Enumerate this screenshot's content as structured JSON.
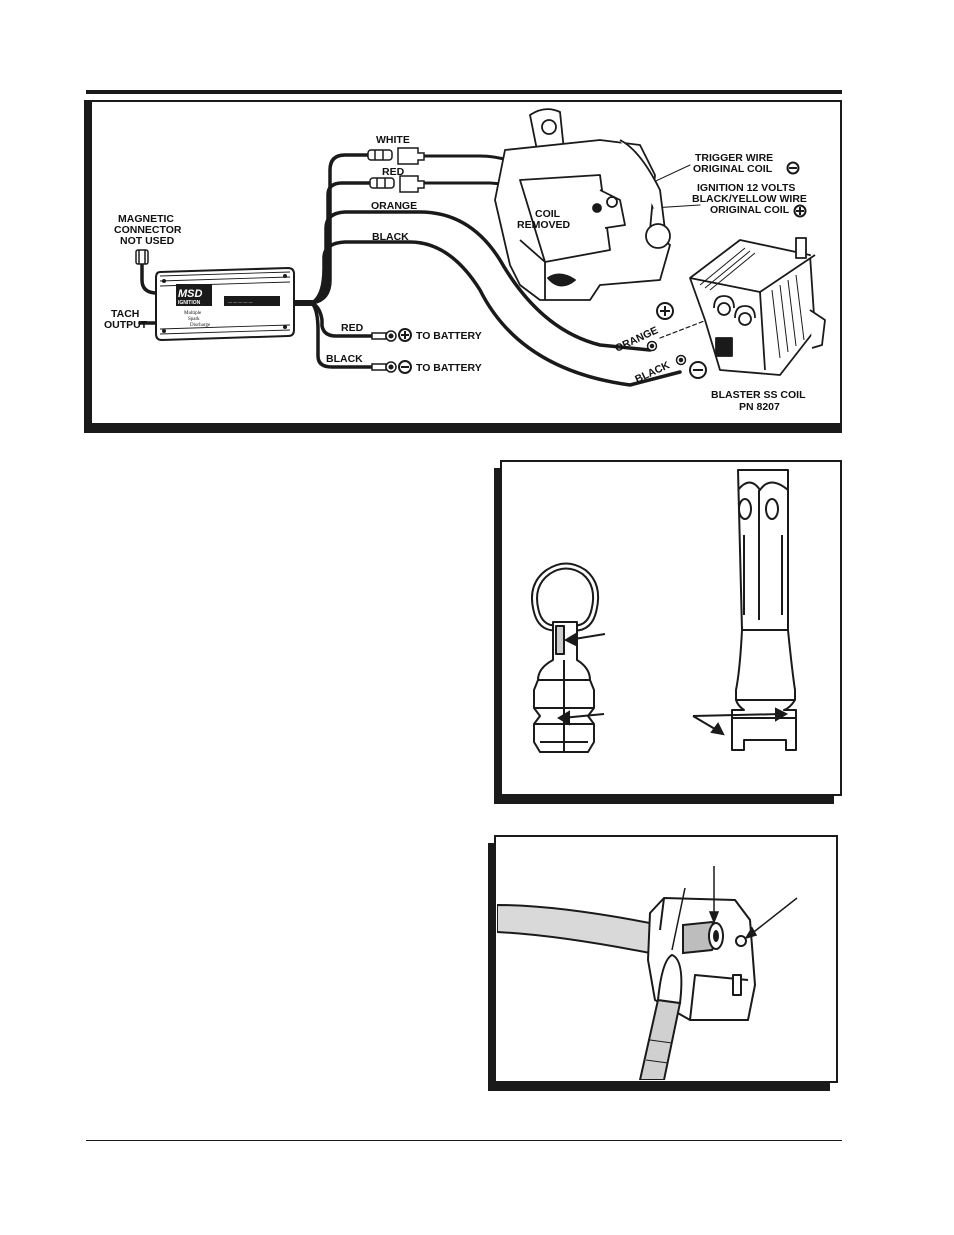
{
  "wiring_diagram": {
    "labels": {
      "white": "WHITE",
      "red_top": "RED",
      "orange_top": "ORANGE",
      "black_top": "BLACK",
      "magnetic_l1": "MAGNETIC",
      "magnetic_l2": "CONNECTOR",
      "magnetic_l3": "NOT USED",
      "tach_l1": "TACH",
      "tach_l2": "OUTPUT",
      "coil_removed_l1": "COIL",
      "coil_removed_l2": "REMOVED",
      "trigger_l1": "TRIGGER WIRE",
      "trigger_l2": "ORIGINAL COIL",
      "ignition_l1": "IGNITION 12 VOLTS",
      "ignition_l2": "BLACK/YELLOW WIRE",
      "ignition_l3": "ORIGINAL COIL",
      "red_battery": "RED",
      "black_battery": "BLACK",
      "to_battery_pos": "TO BATTERY",
      "to_battery_neg": "TO BATTERY",
      "orange_coil": "ORANGE",
      "black_coil": "BLACK",
      "blaster_l1": "BLASTER SS COIL",
      "blaster_l2": "PN 8207"
    },
    "msd_box": {
      "logo_l1": "MSD",
      "logo_l2": "IGNITION",
      "text_l1": "Multiple",
      "text_l2": "Spark",
      "text_l3": "Discharge"
    }
  },
  "colors": {
    "line": "#1a1a1a",
    "wire_fill": "#dcdcdc",
    "paper": "#ffffff"
  }
}
